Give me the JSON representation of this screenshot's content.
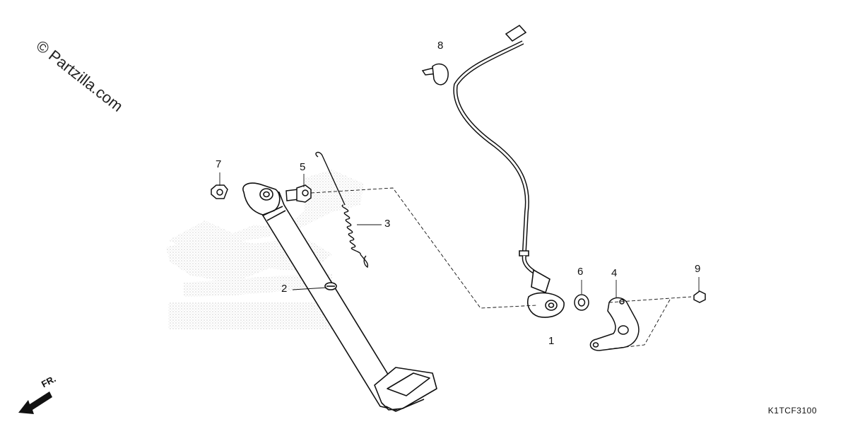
{
  "watermark": "© Partzilla.com",
  "diagram_code": "K1TCF3100",
  "direction_label": "FR.",
  "callouts": {
    "c1": "1",
    "c2": "2",
    "c3": "3",
    "c4": "4",
    "c5": "5",
    "c6": "6",
    "c7": "7",
    "c8": "8",
    "c9": "9"
  },
  "colors": {
    "ink": "#111111",
    "ghost_logo": "#d8d8d8"
  }
}
